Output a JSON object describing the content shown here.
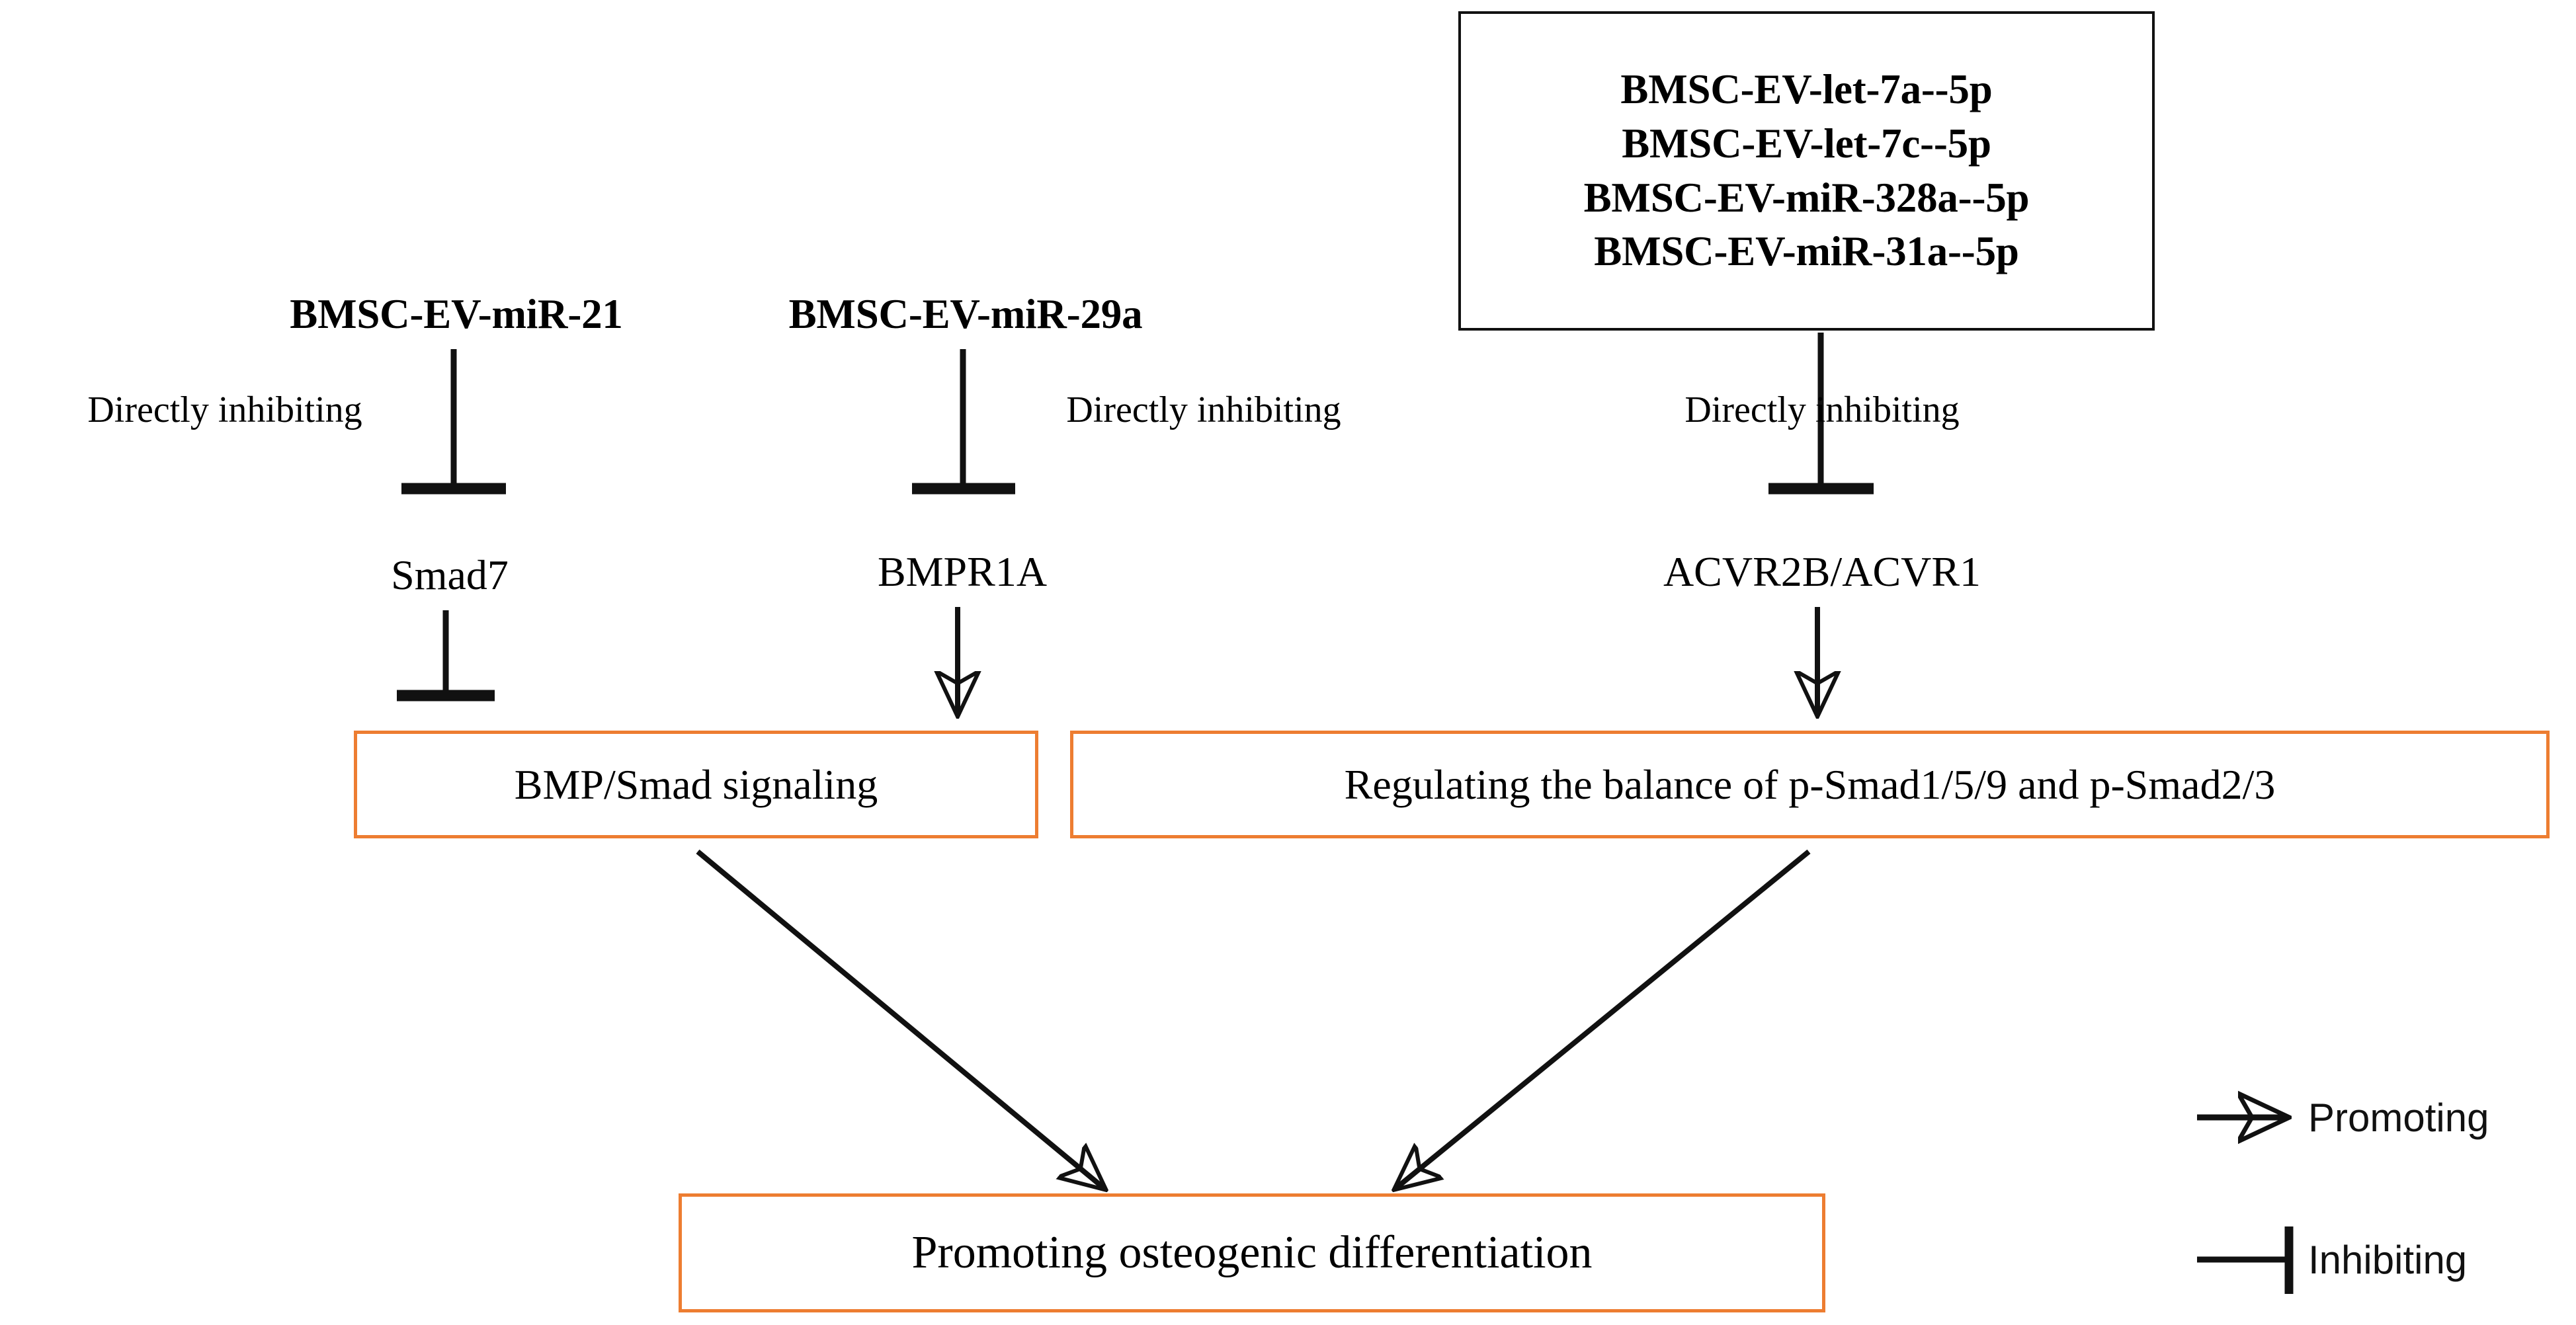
{
  "figure": {
    "type": "signaling-pathway-diagram",
    "title": "BMSC-EV miRNAs regulating BMP/Smad signaling and osteogenic differentiation",
    "background_color": "#ffffff",
    "line_color": "#111111",
    "accent_color": "#ED7D31"
  },
  "source_box": {
    "border_color": "#111111",
    "lines": [
      "BMSC-EV-let-7a--5p",
      "BMSC-EV-let-7c--5p",
      "BMSC-EV-miR-328a--5p",
      "BMSC-EV-miR-31a--5p"
    ]
  },
  "columns": [
    {
      "id": "col-mir-21",
      "source": "BMSC-EV-miR-21",
      "relation_label": "Directly inhibiting",
      "relation_type": "inhibiting",
      "target": "Smad7",
      "target_relation_label": "",
      "target_relation_type": "inhibiting",
      "downstream": "BMP/Smad signaling"
    },
    {
      "id": "col-mir-29a",
      "source": "BMSC-EV-miR-29a",
      "relation_label": "Directly inhibiting",
      "relation_type": "inhibiting",
      "target": "BMPR1A",
      "target_relation_label": "",
      "target_relation_type": "promoting",
      "downstream": "BMP/Smad signaling"
    },
    {
      "id": "col-let7-mir328-mir31",
      "source": "",
      "relation_label": "Directly inhibiting",
      "relation_type": "inhibiting",
      "target": "ACVR2B/ACVR1",
      "target_relation_label": "",
      "target_relation_type": "promoting",
      "downstream": "Regulating the balance of p-Smad1/5/9 and p-Smad2/3"
    }
  ],
  "process_boxes": [
    {
      "id": "bmp-smad-signaling",
      "label": "BMP/Smad signaling",
      "border_color": "#ED7D31"
    },
    {
      "id": "smad-balance",
      "label": "Regulating the balance of p-Smad1/5/9 and p-Smad2/3",
      "border_color": "#ED7D31"
    }
  ],
  "outcome_box": {
    "id": "osteogenic-differentiation",
    "label": "Promoting osteogenic differentiation",
    "border_color": "#ED7D31"
  },
  "legend": {
    "items": [
      {
        "glyph": "arrow-right-icon",
        "label": "Promoting"
      },
      {
        "glyph": "tee-bar-icon",
        "label": "Inhibiting"
      }
    ]
  }
}
